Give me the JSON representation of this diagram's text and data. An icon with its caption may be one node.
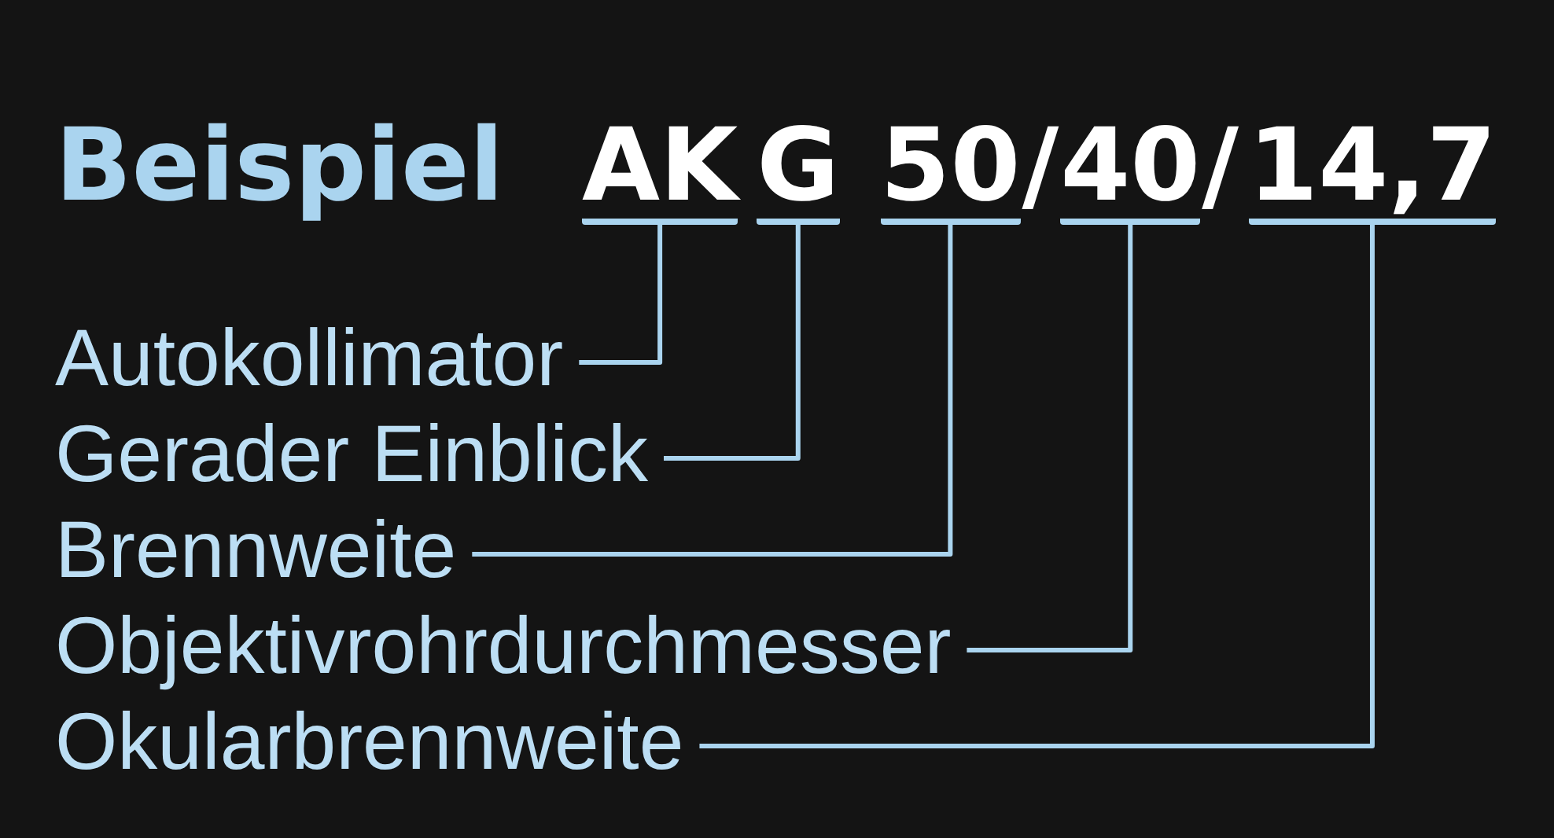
{
  "diagram": {
    "title": "Beispiel",
    "nodes": [
      {
        "text": [
          "AK"
        ]
      },
      {
        "text": [
          "G"
        ]
      },
      {
        "text": [
          "50"
        ]
      },
      {
        "text": [
          "40"
        ]
      },
      {
        "text": [
          "14,7"
        ]
      },
      {
        "text": [
          "Autokollimator"
        ]
      },
      {
        "text": [
          "Gerader Einblick"
        ]
      },
      {
        "text": [
          "Brennweite"
        ]
      },
      {
        "text": [
          "Objektivrohrdurchmesser"
        ]
      },
      {
        "text": [
          "Okularbrennweite"
        ]
      }
    ],
    "edges": [
      {
        "from": 5,
        "to": 0,
        "arrow": "none"
      },
      {
        "from": 6,
        "to": 1,
        "arrow": "none"
      },
      {
        "from": 7,
        "to": 2,
        "arrow": "none"
      },
      {
        "from": 8,
        "to": 3,
        "arrow": "none"
      },
      {
        "from": 9,
        "to": 4,
        "arrow": "none"
      }
    ],
    "labels": [
      "/",
      "/"
    ]
  }
}
